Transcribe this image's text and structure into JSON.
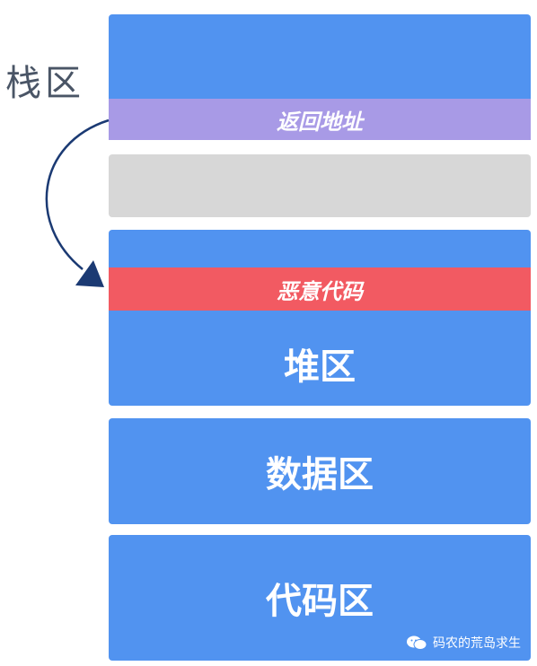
{
  "labels": {
    "stack": "栈区",
    "return_address": "返回地址",
    "malicious_code": "恶意代码",
    "heap": "堆区",
    "data": "数据区",
    "code": "代码区"
  },
  "watermark": {
    "text": "码农的荒岛求生",
    "icon": "wechat-icon"
  },
  "colors": {
    "memory_block": "#5193f0",
    "return_address": "#a89ae6",
    "unused_gap": "#d7d7d7",
    "malicious_code": "#f25a62",
    "arrow": "#1b3a73"
  }
}
